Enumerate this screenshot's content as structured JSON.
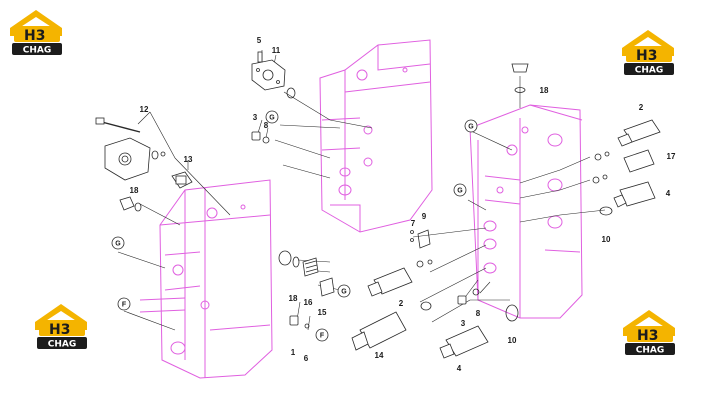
{
  "colors": {
    "housing_outline": "#e060e0",
    "part_stroke": "#2a2a2a",
    "logo_yellow": "#f4b400",
    "logo_dark": "#1c1c1c",
    "background": "#ffffff"
  },
  "logo": {
    "mark": "H3",
    "brand": "CHAG"
  },
  "callouts": {
    "c5": "5",
    "c11": "11",
    "c3a": "3",
    "c8a": "8",
    "c12": "12",
    "c13": "13",
    "c18a": "18",
    "c18b": "18",
    "c2a": "2",
    "c17": "17",
    "c4a": "4",
    "c10a": "10",
    "c7": "7",
    "c9": "9",
    "c2b": "2",
    "c3b": "3",
    "c8b": "8",
    "c10b": "10",
    "c4b": "4",
    "c14": "14",
    "c18c": "18",
    "c16": "16",
    "c15": "15",
    "c1": "1",
    "c6": "6"
  },
  "circle_labels": {
    "g1": "G",
    "g2": "G",
    "g3": "G",
    "g4": "G",
    "g5": "G",
    "f1": "F",
    "f2": "F"
  }
}
